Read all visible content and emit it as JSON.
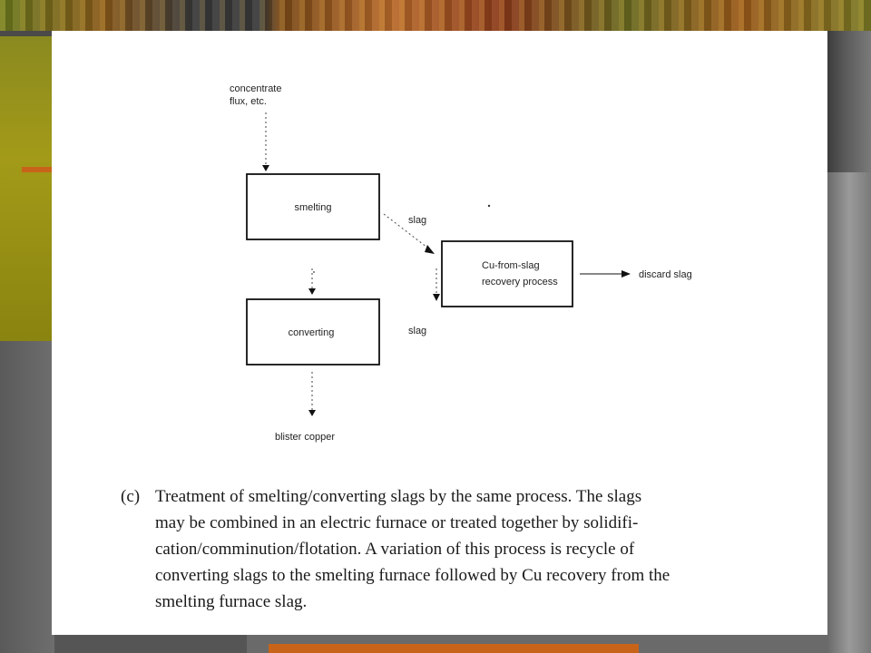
{
  "diagram": {
    "inputs": [
      "concentrate",
      "flux, etc."
    ],
    "boxes": {
      "smelting": "smelting",
      "converting": "converting",
      "recovery": [
        "Cu-from-slag",
        "recovery process"
      ]
    },
    "edges": {
      "slag_from_smelting": "slag",
      "slag_from_converting": "slag",
      "discard": "discard slag",
      "product": "blister copper"
    }
  },
  "caption": {
    "tag": "(c)",
    "lines": [
      "Treatment of smelting/converting slags by the same process.  The slags",
      "may be combined in an electric furnace or treated together by solidifi-",
      "cation/comminution/flotation.  A variation of this process is recycle of",
      "converting slags to the smelting furnace followed by Cu recovery from the",
      "smelting furnace slag."
    ]
  }
}
